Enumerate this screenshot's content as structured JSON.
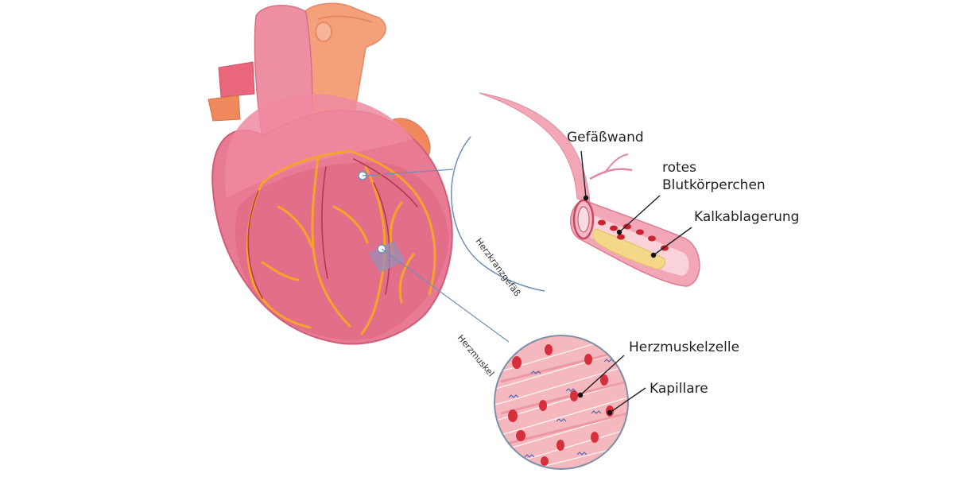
{
  "labels": {
    "vessel_wall": "Gefäßwand",
    "red_blood_cell_line1": "rotes",
    "red_blood_cell_line2": "Blutkörperchen",
    "calcification": "Kalkablagerung",
    "coronary_vessel": "Herzkranzgefäß",
    "heart_muscle": "Herzmuskel",
    "heart_muscle_cell": "Herzmuskelzelle",
    "capillary": "Kapillare"
  },
  "colors": {
    "heart_body": "#e97a93",
    "heart_dark": "#d65a78",
    "aorta": "#f4a07a",
    "coronary_artery": "#f4a42a",
    "vessel_pink": "#f2a6b6",
    "plaque": "#f5d78a",
    "blood_cell": "#c8232f",
    "leader_line": "#6f8fb8",
    "muscle_fiber": "#f5b8bf"
  }
}
